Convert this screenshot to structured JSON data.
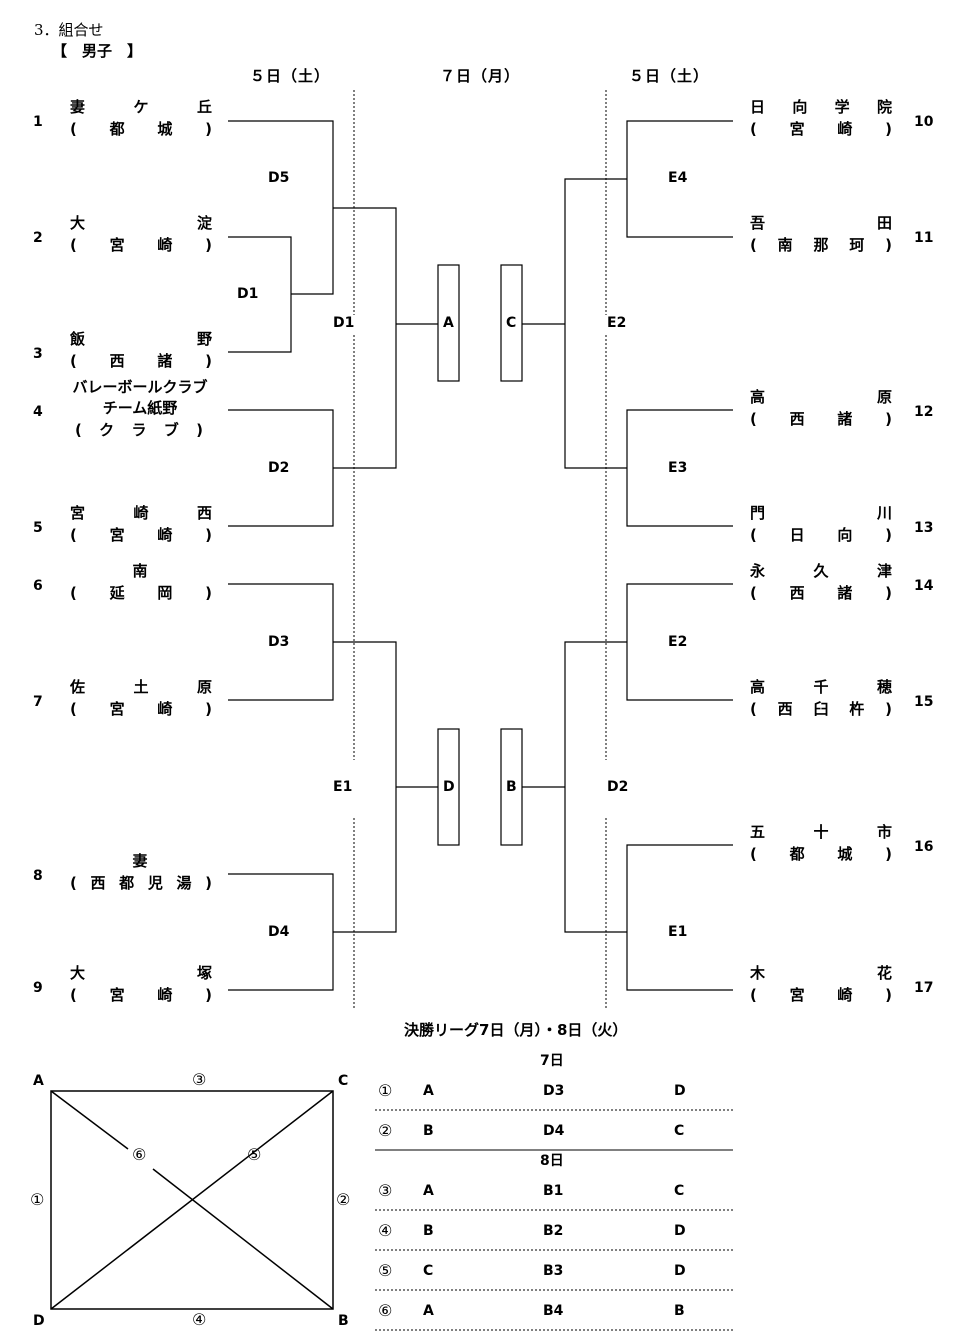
{
  "section_title": "3．組合せ",
  "division": "【　男子　】",
  "day_headers": {
    "left": "５日（土）",
    "center": "７日（月）",
    "right": "５日（土）"
  },
  "left_teams": [
    {
      "no": "1",
      "name": [
        "妻",
        "ケ",
        "丘"
      ],
      "region": [
        "(",
        "都",
        "城",
        ")"
      ]
    },
    {
      "no": "2",
      "name": [
        "大",
        "淀"
      ],
      "region": [
        "(",
        "宮",
        "崎",
        ")"
      ]
    },
    {
      "no": "3",
      "name": [
        "飯",
        "野"
      ],
      "region": [
        "(",
        "西",
        "諸",
        ")"
      ]
    },
    {
      "no": "4",
      "name_lines": [
        "バレーボールクラブ",
        "チーム紙野"
      ],
      "region": [
        "(",
        "ク",
        "ラ",
        "ブ",
        ")"
      ]
    },
    {
      "no": "5",
      "name": [
        "宮",
        "崎",
        "西"
      ],
      "region": [
        "(",
        "宮",
        "崎",
        ")"
      ]
    },
    {
      "no": "6",
      "name": [
        "南"
      ],
      "region": [
        "(",
        "延",
        "岡",
        ")"
      ]
    },
    {
      "no": "7",
      "name": [
        "佐",
        "土",
        "原"
      ],
      "region": [
        "(",
        "宮",
        "崎",
        ")"
      ]
    },
    {
      "no": "8",
      "name": [
        "妻"
      ],
      "region": [
        "(",
        "西",
        "都",
        "児",
        "湯",
        ")"
      ]
    },
    {
      "no": "9",
      "name": [
        "大",
        "塚"
      ],
      "region": [
        "(",
        "宮",
        "崎",
        ")"
      ]
    }
  ],
  "right_teams": [
    {
      "no": "10",
      "name": [
        "日",
        "向",
        "学",
        "院"
      ],
      "region": [
        "(",
        "宮",
        "崎",
        ")"
      ]
    },
    {
      "no": "11",
      "name": [
        "吾",
        "田"
      ],
      "region": [
        "(",
        "南",
        "那",
        "珂",
        ")"
      ]
    },
    {
      "no": "12",
      "name": [
        "高",
        "原"
      ],
      "region": [
        "(",
        "西",
        "諸",
        ")"
      ]
    },
    {
      "no": "13",
      "name": [
        "門",
        "川"
      ],
      "region": [
        "(",
        "日",
        "向",
        ")"
      ]
    },
    {
      "no": "14",
      "name": [
        "永",
        "久",
        "津"
      ],
      "region": [
        "(",
        "西",
        "諸",
        ")"
      ]
    },
    {
      "no": "15",
      "name": [
        "高",
        "千",
        "穂"
      ],
      "region": [
        "(",
        "西",
        "臼",
        "杵",
        ")"
      ]
    },
    {
      "no": "16",
      "name": [
        "五",
        "十",
        "市"
      ],
      "region": [
        "(",
        "都",
        "城",
        ")"
      ]
    },
    {
      "no": "17",
      "name": [
        "木",
        "花"
      ],
      "region": [
        "(",
        "宮",
        "崎",
        ")"
      ]
    }
  ],
  "match_labels": {
    "left": [
      "D5",
      "D1",
      "D2",
      "D3",
      "D4",
      "D1",
      "E1"
    ],
    "right": [
      "E4",
      "E3",
      "E2",
      "E1",
      "E2",
      "D2"
    ]
  },
  "block_labels": [
    "A",
    "C",
    "D",
    "B"
  ],
  "final_league": {
    "title": "決勝リーグ7日（月）・8日（火）",
    "day1_label": "7日",
    "day2_label": "8日",
    "rows": [
      {
        "no": "①",
        "a": "A",
        "ref": "D3",
        "b": "D"
      },
      {
        "no": "②",
        "a": "B",
        "ref": "D4",
        "b": "C"
      },
      {
        "no": "③",
        "a": "A",
        "ref": "B1",
        "b": "C"
      },
      {
        "no": "④",
        "a": "B",
        "ref": "B2",
        "b": "D"
      },
      {
        "no": "⑤",
        "a": "C",
        "ref": "B3",
        "b": "D"
      },
      {
        "no": "⑥",
        "a": "A",
        "ref": "B4",
        "b": "B"
      }
    ]
  },
  "diagram": {
    "corners": {
      "tl": "A",
      "tr": "C",
      "bl": "D",
      "br": "B"
    },
    "edges": {
      "top": "③",
      "left": "①",
      "right": "②",
      "bottom": "④",
      "diag1": "⑥",
      "diag2": "⑤"
    }
  }
}
